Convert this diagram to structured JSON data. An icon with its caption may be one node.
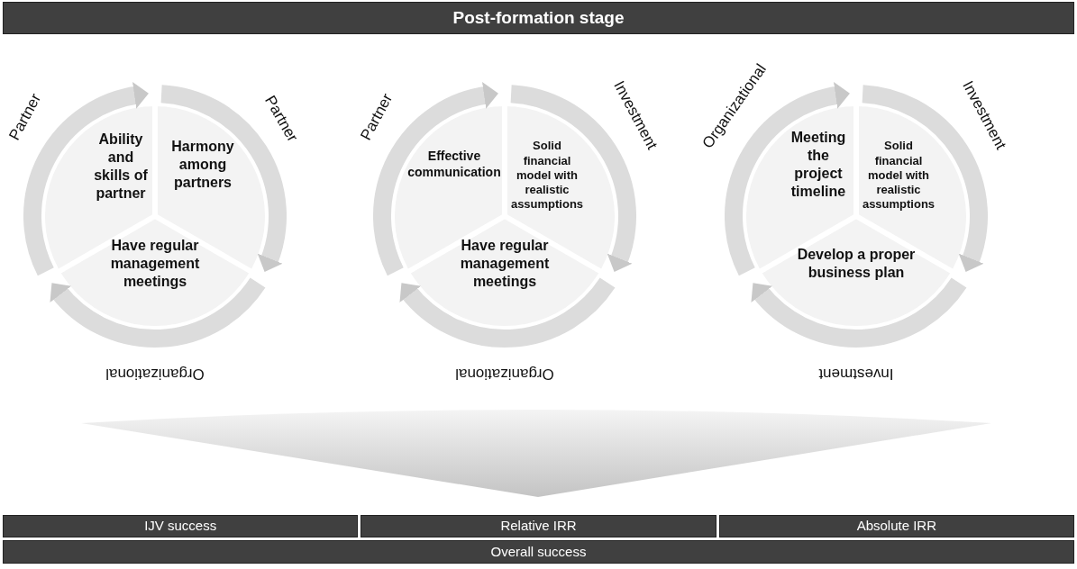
{
  "diagram": {
    "title": "Post-formation stage",
    "nodes": [
      {
        "text": [
          "Ability and skills of partner"
        ]
      },
      {
        "text": [
          "Harmony among partners"
        ]
      },
      {
        "text": [
          "Have regular management meetings"
        ]
      },
      {
        "text": [
          "Effective communication"
        ]
      },
      {
        "text": [
          "Solid financial model with realistic assumptions"
        ]
      },
      {
        "text": [
          "Have regular management meetings"
        ]
      },
      {
        "text": [
          "Meeting the project timeline"
        ]
      },
      {
        "text": [
          "Solid financial model with realistic assumptions"
        ]
      },
      {
        "text": [
          "Develop a proper business plan"
        ]
      },
      {
        "text": [
          "IJV success"
        ]
      },
      {
        "text": [
          "Relative IRR"
        ]
      },
      {
        "text": [
          "Absolute IRR"
        ]
      },
      {
        "text": [
          "Overall success"
        ]
      }
    ],
    "labels": [
      "Partner",
      "Partner",
      "Organizational",
      "Partner",
      "Investment",
      "Organizational",
      "Organizational",
      "Investment",
      "Investment"
    ]
  }
}
